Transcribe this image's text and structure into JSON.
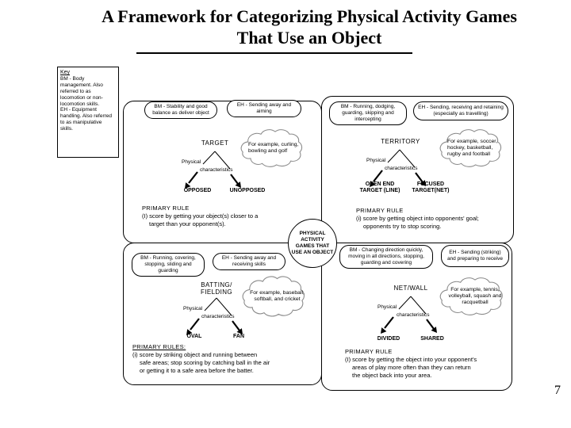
{
  "slide": {
    "title_line1": "A Framework for Categorizing Physical Activity Games",
    "title_line2": "That Use an Object",
    "page_number": "7"
  },
  "key": {
    "heading": "Key",
    "bm_definition": "BM - Body management. Also referred to as locomotion or non-locomotion skills.",
    "eh_definition": "EH - Equipment handling. Also referred to as manipulative skills."
  },
  "center_circle": {
    "label": "PHYSICAL ACTIVITY GAMES THAT USE AN OBJECT"
  },
  "tree": {
    "physical": "Physical",
    "characteristics": "characteristics"
  },
  "quadrants": [
    {
      "name": "target",
      "bm": "BM - Stability and good balance as deliver object",
      "eh": "EH - Sending away and aiming",
      "category": "TARGET",
      "example": "For example, curling, bowling and golf",
      "sub_left": "OPPOSED",
      "sub_right": "UNOPPOSED",
      "rule_heading": "PRIMARY RULE",
      "rule_lines": [
        "(I) score by getting your object(s) closer to a",
        "target than your opponent(s)."
      ]
    },
    {
      "name": "territory",
      "bm": "BM - Running, dodging, guarding, skipping and intercepting",
      "eh": "EH - Sending, receiving and retaining (especially as travelling)",
      "category": "TERRITORY",
      "example": "For example, soccer, hockey, basketball, rugby and football",
      "sub_left": "OPEN END TARGET (LINE)",
      "sub_right": "FOCUSED TARGET(NET)",
      "rule_heading": "PRIMARY RULE",
      "rule_lines": [
        "(i) score by getting object into opponents' goal;",
        "opponents try to stop scoring."
      ]
    },
    {
      "name": "batting-fielding",
      "bm": "BM - Running, covering, stopping, sliding and guarding",
      "eh": "EH - Sending away and receiving skills",
      "category": "BATTING/ FIELDING",
      "example": "For example, baseball, softball, and cricket",
      "sub_left": "OVAL",
      "sub_right": "FAN",
      "rule_heading": "PRIMARY RULES:",
      "rule_lines": [
        "(i) score by striking object and running between",
        "safe areas; stop scoring by catching ball in the air",
        "or getting it to a safe area before the batter."
      ]
    },
    {
      "name": "net-wall",
      "bm": "BM - Changing direction quickly, moving in all directions, stopping, guarding and covering",
      "eh": "EH - Sending (striking) and preparing to receive",
      "category": "NET/WALL",
      "example": "For example, tennis, volleyball, squash and racquetball",
      "sub_left": "DIVIDED",
      "sub_right": "SHARED",
      "rule_heading": "PRIMARY RULE",
      "rule_lines": [
        "(I) score by getting the object into your opponent's",
        "areas of play more often than they can return",
        "the object back into your area."
      ]
    }
  ]
}
